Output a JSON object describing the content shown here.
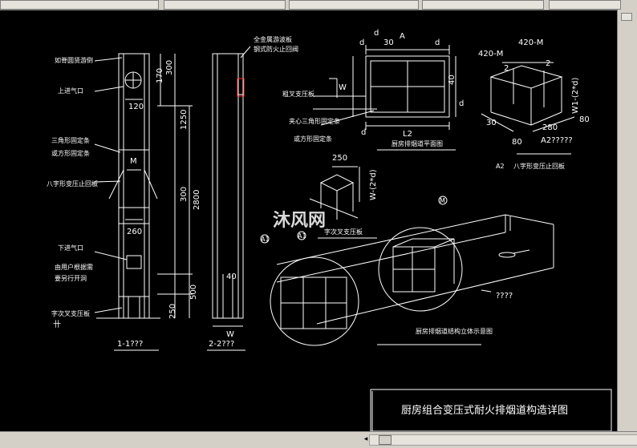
{
  "drawing": {
    "title": "厨房组合变压式耐火排烟道构造详图",
    "watermark": "沐风网",
    "colors": {
      "background": "#000000",
      "lines": "#ffffff",
      "highlight": "#ff3030"
    },
    "left_labels": [
      "如脊圆贤游倒",
      "上进气口",
      "三角形固定条",
      "或方形固定条",
      "八字形变压止回板",
      "下进气口",
      "由用户根据需",
      "要另行开洞",
      "字次叉支压板"
    ],
    "section1": {
      "label": "1-1???",
      "dims": [
        "170",
        "300",
        "120",
        "1250",
        "M",
        "300",
        "2800",
        "260",
        "500",
        "250"
      ]
    },
    "section2": {
      "label": "2-2???",
      "top_label_1": "全金属游波板",
      "top_label_2": "钢式防火止回阀",
      "dims": [
        "40",
        "W"
      ]
    },
    "plan": {
      "mark": "A",
      "label": "厨房排烟道平面图",
      "side_labels": [
        "粗叉支压板",
        "夹心三角形固定条",
        "或方形固定条"
      ],
      "dims": [
        "d",
        "30",
        "d",
        "d",
        "d",
        "L2",
        "W",
        "40",
        "d"
      ]
    },
    "iso_small": {
      "dims": [
        "420-M",
        "420-M",
        "2",
        "2",
        "W1-(2*d)",
        "80",
        "80",
        "30",
        "280"
      ],
      "caption_dim": "A2?????",
      "note": "八字形变压止回板",
      "note_mark": "A2"
    },
    "iso_small2": {
      "dims": [
        "250",
        "W-(2*d)"
      ],
      "note": "字次叉支压板"
    },
    "iso_main": {
      "marks": [
        "A1",
        "A1",
        "M"
      ],
      "label": "厨房排烟道结构立体示意图",
      "pointer": "????"
    },
    "plus_mark": "卄"
  }
}
